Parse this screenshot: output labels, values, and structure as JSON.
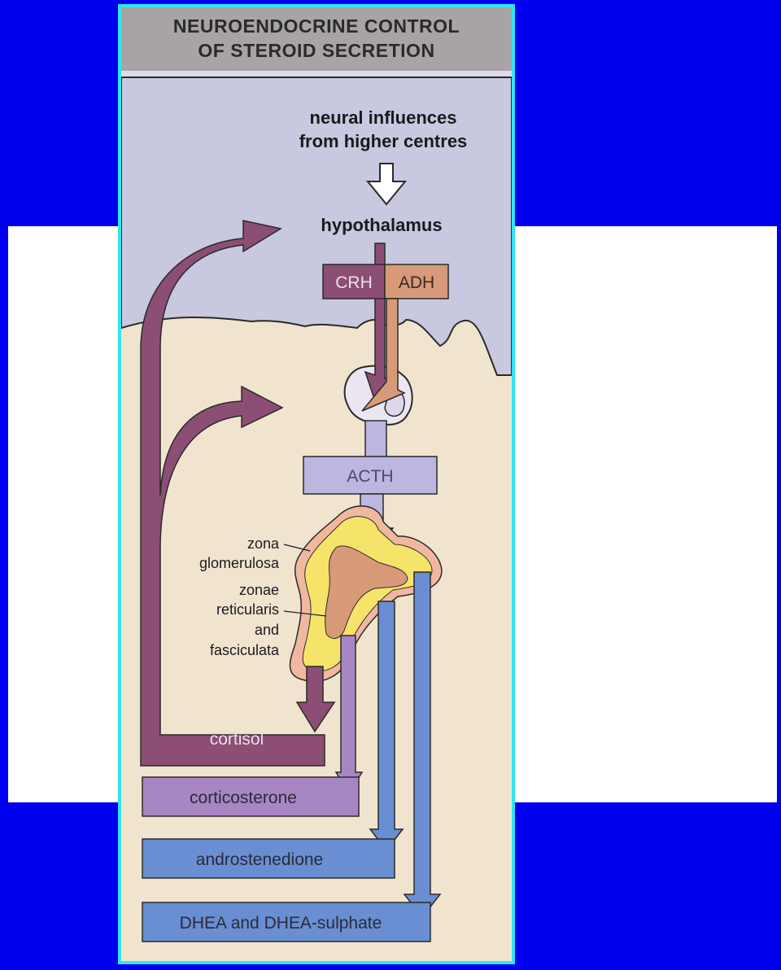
{
  "title": {
    "line1": "NEUROENDOCRINE CONTROL",
    "line2": "OF STEROID SECRETION"
  },
  "neural_influences": {
    "line1": "neural influences",
    "line2": "from higher centres"
  },
  "hypothalamus": "hypothalamus",
  "hormones": {
    "crh": "CRH",
    "adh": "ADH",
    "acth": "ACTH"
  },
  "adrenal_zones": {
    "glomerulosa_line1": "zona",
    "glomerulosa_line2": "glomerulosa",
    "inner_line1": "zonae",
    "inner_line2": "reticularis",
    "inner_line3": "and",
    "inner_line4": "fasciculata"
  },
  "outputs": {
    "cortisol": "cortisol",
    "corticosterone": "corticosterone",
    "androstenedione": "androstenedione",
    "dhea": "DHEA and DHEA-sulphate"
  },
  "colors": {
    "outer_background": "#0000f0",
    "frame": "#2fe6f4",
    "brain_region": "#c8c8e0",
    "body_region": "#f1e4cf",
    "cortisol_purple": "#8c4e74",
    "corticosterone_violet": "#a886c4",
    "acth_lavender": "#bcb6e0",
    "blue_steroids": "#6a8ed2",
    "adh_orange": "#d89a78",
    "adrenal_yellow": "#f6e46a"
  }
}
